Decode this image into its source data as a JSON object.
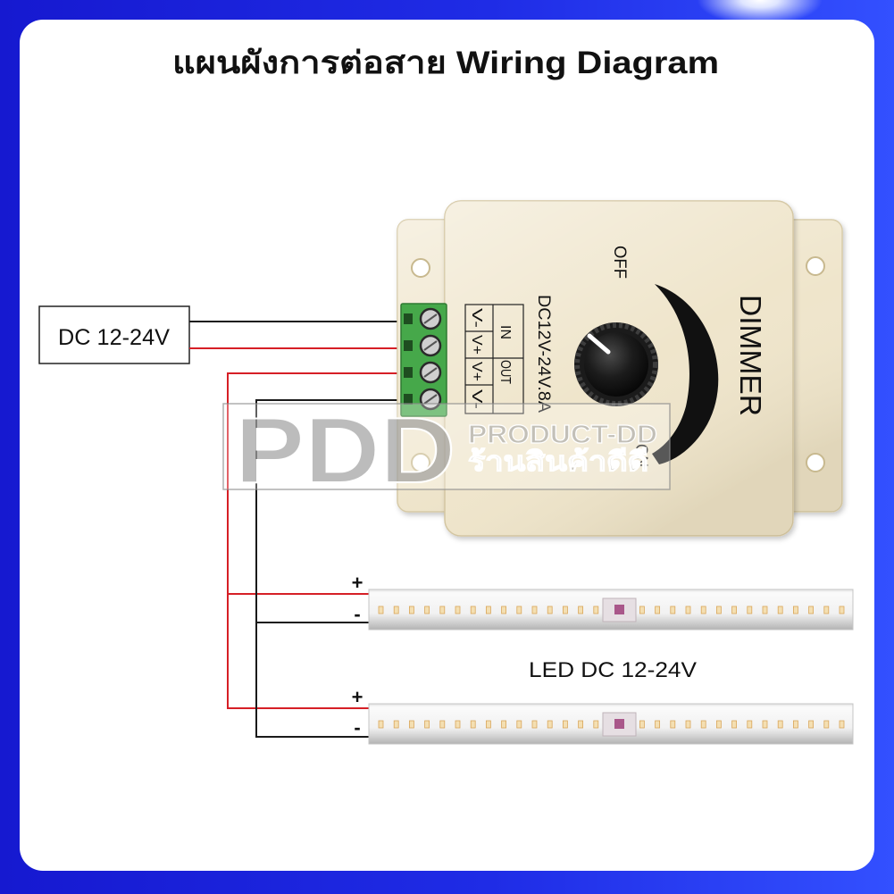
{
  "title": "แผนผังการต่อสาย Wiring Diagram",
  "power_supply": {
    "label": "DC 12-24V"
  },
  "dimmer": {
    "name_label": "DIMMER",
    "rating_label": "DC12V-24V.8A",
    "off_label": "OFF",
    "on_label": "ON",
    "in_label": "IN",
    "out_label": "OUT",
    "terminal_labels": [
      "V-",
      "V+",
      "V+",
      "V-"
    ]
  },
  "led": {
    "label": "LED DC 12-24V",
    "strips": [
      {
        "plus_label": "+",
        "minus_label": "-"
      },
      {
        "plus_label": "+",
        "minus_label": "-"
      }
    ]
  },
  "watermark": {
    "logo": "PDD",
    "brand": "PRODUCT-DD",
    "thai_brand": "ร้านสินค้าดีดี"
  },
  "colors": {
    "frame_blue": "#1f2ce6",
    "wire_positive": "#d61f26",
    "wire_negative": "#1a1a1a",
    "terminal_green": "#46a84a",
    "housing_beige": "#efe5cb"
  }
}
